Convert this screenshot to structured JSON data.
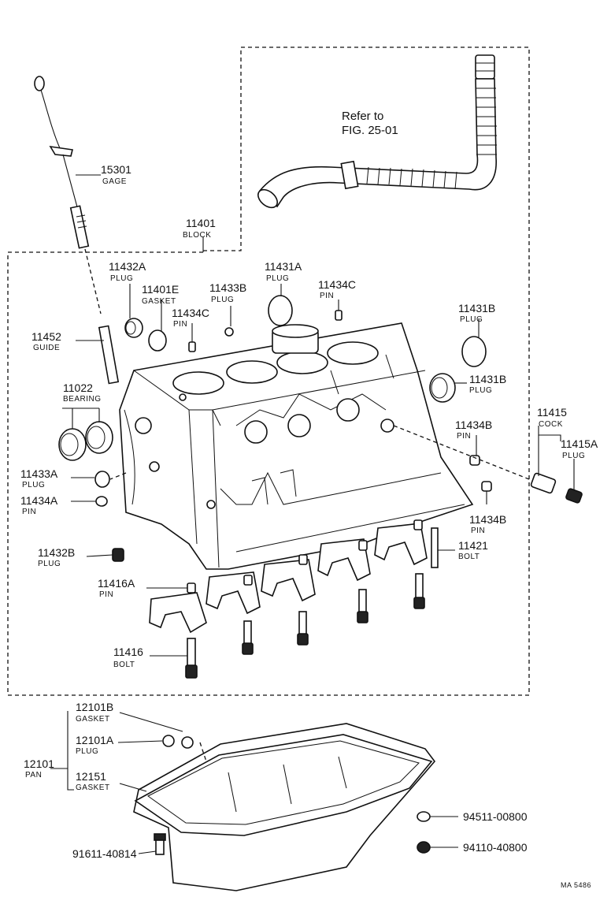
{
  "refer": {
    "line1": "Refer to",
    "line2": "FIG. 25-01"
  },
  "parts": {
    "p15301": {
      "no": "15301",
      "name": "GAGE"
    },
    "p11401": {
      "no": "11401",
      "name": "BLOCK"
    },
    "p11432A": {
      "no": "11432A",
      "name": "PLUG"
    },
    "p11401E": {
      "no": "11401E",
      "name": "GASKET"
    },
    "p11433B": {
      "no": "11433B",
      "name": "PLUG"
    },
    "p11431A": {
      "no": "11431A",
      "name": "PLUG"
    },
    "p11434C_a": {
      "no": "11434C",
      "name": "PIN"
    },
    "p11434C_b": {
      "no": "11434C",
      "name": "PIN"
    },
    "p11452": {
      "no": "11452",
      "name": "GUIDE"
    },
    "p11431B_a": {
      "no": "11431B",
      "name": "PLUG"
    },
    "p11431B_b": {
      "no": "11431B",
      "name": "PLUG"
    },
    "p11022": {
      "no": "11022",
      "name": "BEARING"
    },
    "p11415": {
      "no": "11415",
      "name": "COCK"
    },
    "p11415A": {
      "no": "11415A",
      "name": "PLUG"
    },
    "p11434B_a": {
      "no": "11434B",
      "name": "PIN"
    },
    "p11434B_b": {
      "no": "11434B",
      "name": "PIN"
    },
    "p11433A": {
      "no": "11433A",
      "name": "PLUG"
    },
    "p11434A": {
      "no": "11434A",
      "name": "PIN"
    },
    "p11421": {
      "no": "11421",
      "name": "BOLT"
    },
    "p11432B": {
      "no": "11432B",
      "name": "PLUG"
    },
    "p11416A": {
      "no": "11416A",
      "name": "PIN"
    },
    "p11416": {
      "no": "11416",
      "name": "BOLT"
    },
    "p12101B": {
      "no": "12101B",
      "name": "GASKET"
    },
    "p12101A": {
      "no": "12101A",
      "name": "PLUG"
    },
    "p12101": {
      "no": "12101",
      "name": "PAN"
    },
    "p12151": {
      "no": "12151",
      "name": "GASKET"
    },
    "p94511": {
      "no": "94511-00800",
      "name": ""
    },
    "p94110": {
      "no": "94110-40800",
      "name": ""
    },
    "p91611": {
      "no": "91611-40814",
      "name": ""
    }
  },
  "code": "MA 5486"
}
